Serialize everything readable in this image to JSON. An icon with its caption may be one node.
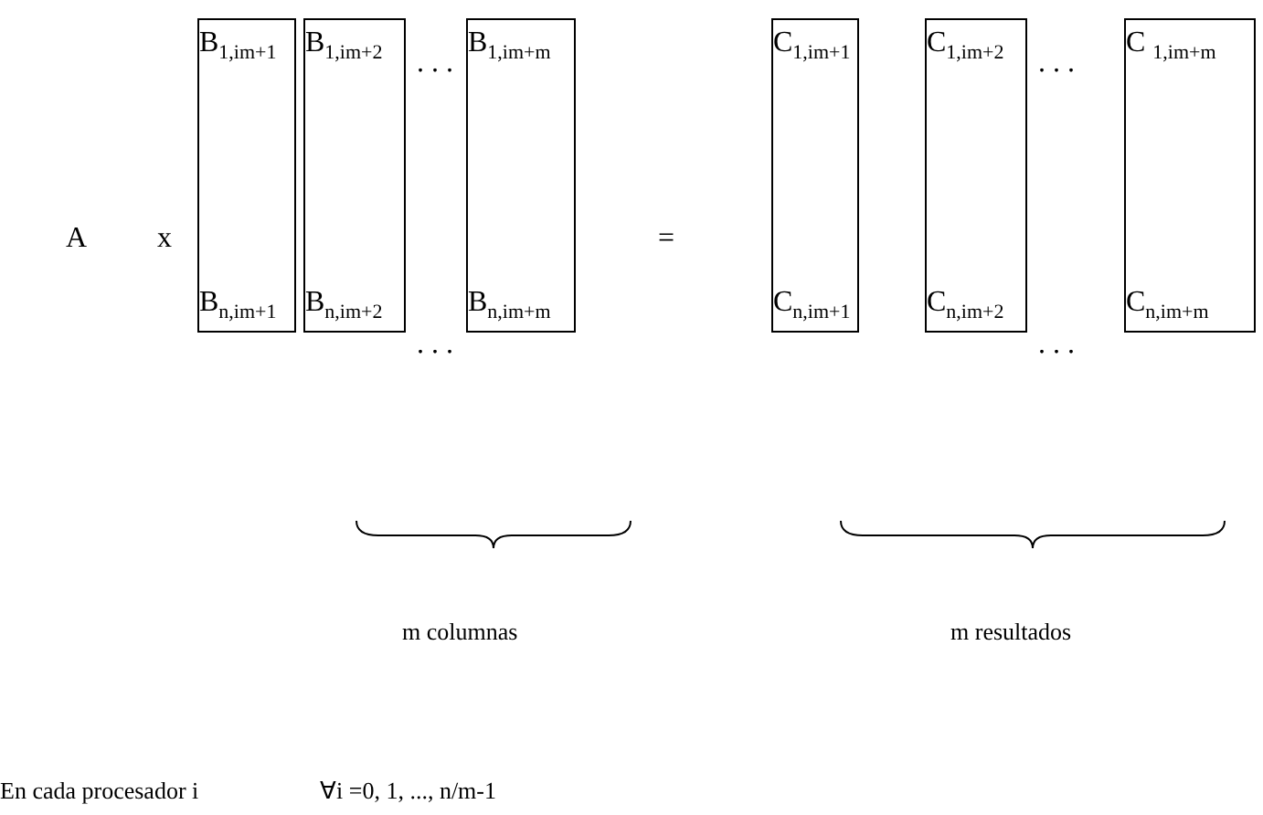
{
  "diagram": {
    "nodes": [
      {
        "text": [
          "B$_{1,im+1}$",
          "B$_{n,im+1}$"
        ]
      },
      {
        "text": [
          "B$_{1,im+2}$",
          "B$_{n,im+2}$"
        ]
      },
      {
        "text": [
          "B$_{1,im+m}$",
          "B$_{n,im+m}$"
        ]
      },
      {
        "text": [
          "C$_{1,im+1}$",
          "C$_{n,im+1}$"
        ]
      },
      {
        "text": [
          "C$_{1,im+2}$",
          "C$_{n,im+2}$"
        ]
      },
      {
        "text": [
          "C $_{1,im+m}$",
          "C$_{n,im+m}$"
        ]
      }
    ],
    "edges": [],
    "labels": [
      "A",
      "x",
      ". . .",
      ". . .",
      "=",
      ". . .",
      ". . .",
      "m columnas",
      "m resultados",
      "En cada procesador i",
      "∀i =0, 1, ..., n/m-1"
    ]
  }
}
